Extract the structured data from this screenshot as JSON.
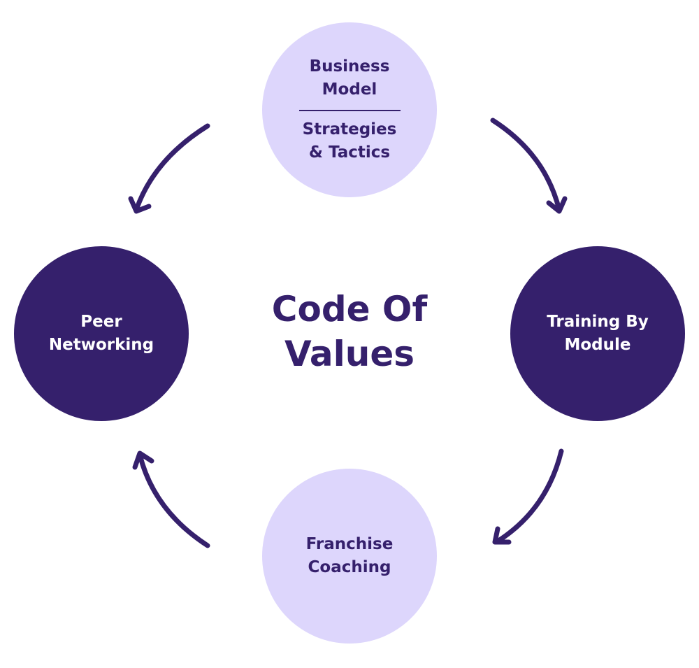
{
  "center_title": {
    "line1": "Code Of",
    "line2": "Values"
  },
  "nodes": {
    "top": {
      "line1": "Business",
      "line2": "Model",
      "line3": "Strategies",
      "line4": "& Tactics"
    },
    "right": {
      "line1": "Training By",
      "line2": "Module"
    },
    "bottom": {
      "line1": "Franchise",
      "line2": "Coaching"
    },
    "left": {
      "line1": "Peer",
      "line2": "Networking"
    }
  },
  "colors": {
    "dark": "#35206c",
    "light": "#ddd6fc"
  }
}
